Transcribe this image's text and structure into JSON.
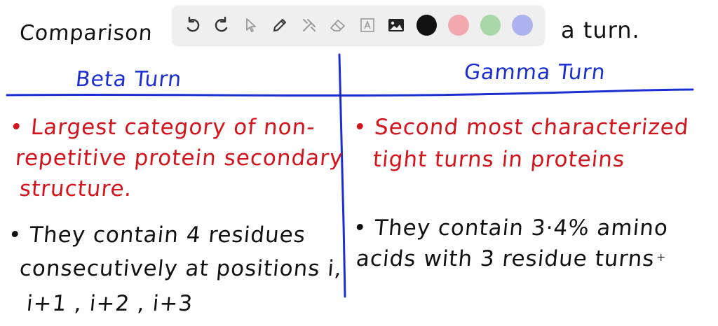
{
  "colors": {
    "ink_black": "#111111",
    "ink_blue": "#1b2fd1",
    "ink_red": "#d4141c",
    "toolbar_bg": "#efefef",
    "swatch_black": "#111111",
    "swatch_pink": "#f2aab0",
    "swatch_green": "#a9d7a9",
    "swatch_lavender": "#aeb3ef"
  },
  "board": {
    "title_left": "Comparison",
    "title_right": "a turn.",
    "left_column": {
      "header": "Beta Turn",
      "point1_lines": [
        "• Largest category of non-",
        "repetitive protein secondary",
        "structure."
      ],
      "point2_lines": [
        "• They contain 4 residues",
        "consecutively at positions i,",
        "i+1 , i+2 , i+3"
      ]
    },
    "right_column": {
      "header": "Gamma Turn",
      "point1_lines": [
        "• Second most characterized",
        "tight turns in proteins"
      ],
      "point2_lines": [
        "• They contain 3·4% amino",
        "acids with 3 residue turns"
      ]
    },
    "cursor_glyph": "+"
  },
  "toolbar": {
    "tools": [
      {
        "name": "undo-icon"
      },
      {
        "name": "redo-icon"
      },
      {
        "name": "select-pointer-icon"
      },
      {
        "name": "pen-icon"
      },
      {
        "name": "tools-icon"
      },
      {
        "name": "eraser-icon"
      },
      {
        "name": "text-tool-icon"
      },
      {
        "name": "image-icon"
      }
    ],
    "swatches": [
      "black",
      "pink",
      "green",
      "lavender"
    ]
  }
}
